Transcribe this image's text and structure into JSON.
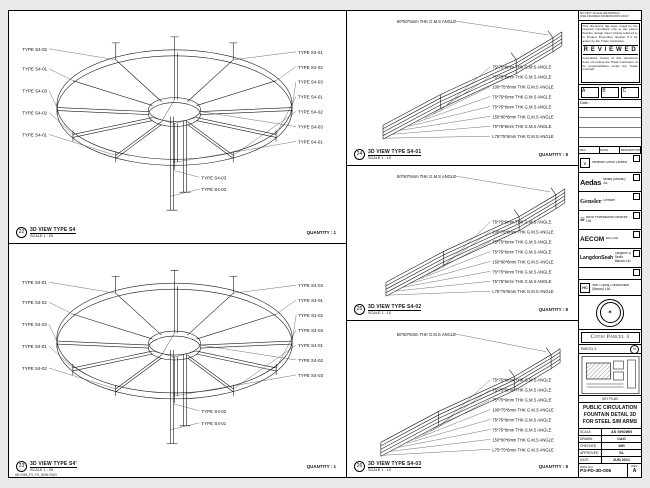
{
  "p1": {
    "bubble": "22",
    "title": "3D VIEW TYPE S4",
    "scale": "SCALE 1 : 25",
    "qty": "QUANTITY : 1",
    "cr": [
      "TYPE S4-01",
      "TYPE S4-02",
      "TYPE S4-03",
      "TYPE S4-01",
      "TYPE S4-02",
      "TYPE S4-03",
      "TYPE S4-01"
    ],
    "cl": [
      "TYPE S4-02",
      "TYPE S4-01",
      "TYPE S4-03",
      "TYPE S4-02",
      "TYPE S4-01"
    ],
    "cb": [
      "TYPE S4-03",
      "TYPE S4-02"
    ]
  },
  "p2": {
    "bubble": "23",
    "title": "3D VIEW TYPE S4'",
    "scale": "SCALE 1 : 25",
    "qty": "QUANTITY : 1",
    "cr": [
      "TYPE S4-03",
      "TYPE S4-01",
      "TYPE S4-02",
      "TYPE S4-03",
      "TYPE S4-01",
      "TYPE S4-02",
      "TYPE S4-03"
    ],
    "cl": [
      "TYPE S4-01",
      "TYPE S4-02",
      "TYPE S4-03",
      "TYPE S4-01",
      "TYPE S4-02"
    ],
    "cb": [
      "TYPE S4-02",
      "TYPE S4-01"
    ]
  },
  "pa": {
    "bubble": "24",
    "title": "3D VIEW TYPE S4-01",
    "scale": "SCALE 1 : 10",
    "qty": "QUANTITY : 8",
    "top": "50*50*5mm THK G.M.S ANGLE",
    "ann": [
      "75*75*6mm THK G.M.S ANGLE",
      "75*75*6mm THK G.M.S ANGLE",
      "100*75*8mm THK G.M.S ANGLE",
      "75*75*6mm THK G.M.S ANGLE",
      "75*75*6mm THK G.M.S ANGLE",
      "150*90*8mm THK G.M.S ANGLE",
      "75*75*6mm THK G.M.S ANGLE",
      "L75*75*6mm THK G.M.S ANGLE"
    ]
  },
  "pb": {
    "bubble": "25",
    "title": "3D VIEW TYPE S4-02",
    "scale": "SCALE 1 : 10",
    "qty": "QUANTITY : 8",
    "top": "50*50*5mm THK G.M.S ANGLE",
    "ann": [
      "75*75*6mm THK G.M.S ANGLE",
      "100*75*8mm THK G.M.S ANGLE",
      "75*75*6mm THK G.M.S ANGLE",
      "75*75*6mm THK G.M.S ANGLE",
      "150*90*8mm THK G.M.S ANGLE",
      "75*75*6mm THK G.M.S ANGLE",
      "75*75*6mm THK G.M.S ANGLE",
      "L75*75*6mm THK G.M.S ANGLE"
    ]
  },
  "pc": {
    "bubble": "26",
    "title": "3D VIEW TYPE S4-03",
    "scale": "SCALE 1 : 10",
    "qty": "QUANTITY : 8",
    "top": "50*50*5mm THK G.M.S ANGLE",
    "ann": [
      "75*75*6mm THK G.M.S ANGLE",
      "75*75*6mm THK G.M.S ANGLE",
      "75*75*6mm THK G.M.S ANGLE",
      "100*75*8mm THK G.M.S ANGLE",
      "75*75*6mm THK G.M.S ANGLE",
      "75*75*6mm THK G.M.S ANGLE",
      "150*90*8mm THK G.M.S ANGLE",
      "L75*75*6mm THK G.M.S ANGLE"
    ]
  },
  "tb": {
    "note1": "DO NOT SCALE DRAWINGS",
    "note2": "USE FIGURED DIMENSIONS ONLY",
    "stamp": {
      "para1": "This document has been noted by the relevant consultant only to the extent that the design intent criteria referred to in Project Procedure Section 5.4 for action by the Trade Contractor.",
      "word": "R E V I E W E D",
      "para2": "Consultant review of this document does not relieve the Trade Contractor of its responsibilities under the Trade Contract."
    },
    "abc": [
      "A",
      "B",
      "C"
    ],
    "date_label": "Date :",
    "rev_headers": [
      "REV",
      "DATE",
      "DESCRIPTION"
    ],
    "consultants": [
      {
        "logo": "V",
        "name": "Venetian Orient Limited"
      },
      {
        "logo": "Aedas",
        "name": "Aedas (Macau) Ltd."
      },
      {
        "logo": "Gensler",
        "name": "Gensler"
      },
      {
        "logo": "≡",
        "name": "Beca Professional Services Ltd."
      },
      {
        "logo": "AECOM",
        "name": "AECOM"
      },
      {
        "logo": "LangdonSeah",
        "name": "Langdon & Seah Macau Ltd."
      }
    ],
    "contractor_logo": "HC",
    "contractor": "Hsin Chong Construction (Macau) Ltd.",
    "seal_text": "✶",
    "project": "Cotai Parcel 3",
    "parcel_note": "PARCEL 3",
    "north": "N",
    "keyplan_label": "KEY PLAN",
    "title_lines": [
      "PUBLIC CIRCULATION",
      "FOUNTAIN DETAIL 3D",
      "FOR STEEL S/M ARMS"
    ],
    "fields": [
      {
        "l": "SCALE",
        "v": "AS SHOWN"
      },
      {
        "l": "DRAWN",
        "v": "CAO"
      },
      {
        "l": "CHECKED",
        "v": "WH"
      },
      {
        "l": "APPROVED",
        "v": "SL"
      },
      {
        "l": "DATE",
        "v": "JUN 2011"
      }
    ],
    "dwgno_label": "DWG NO.",
    "dwgno": "P3-FD-3D-006",
    "rev_label": "REV",
    "rev": "A"
  },
  "footer": "AB 0358_P3_FD_3D06.DWG"
}
